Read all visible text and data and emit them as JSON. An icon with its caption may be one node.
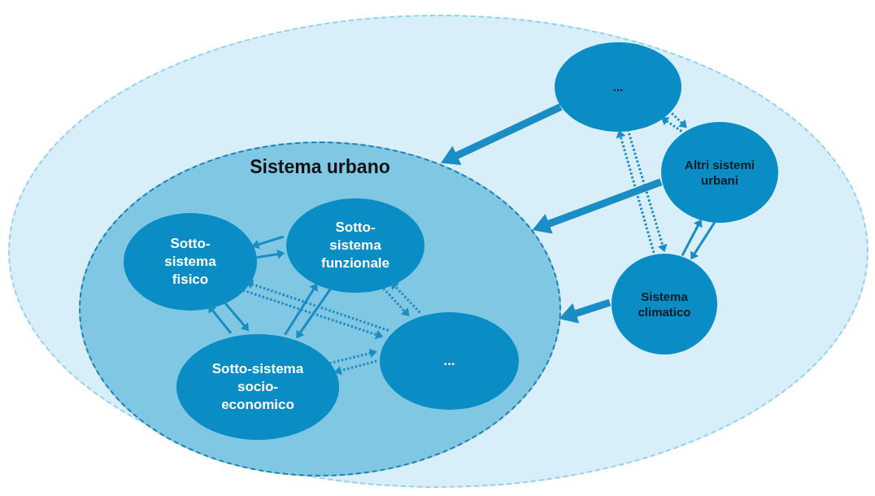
{
  "diagram": {
    "nodes": [
      {
        "text": [],
        "shape": "ellipse"
      },
      {
        "text": [
          "Sistema urbano"
        ],
        "in": 0
      },
      {
        "text": [
          "Sotto- sistema fisico"
        ],
        "in": 1
      },
      {
        "text": [
          "Sotto- sistema funzionale"
        ],
        "in": 1
      },
      {
        "text": [
          "Sotto-sistema socio- economico"
        ],
        "in": 1
      },
      {
        "text": [
          "..."
        ],
        "in": 1
      },
      {
        "text": [
          "..."
        ],
        "in": 0
      },
      {
        "text": [
          "Altri sistemi urbani"
        ],
        "in": 0
      },
      {
        "text": [
          "Sistema climatico"
        ],
        "in": 0
      }
    ],
    "edges": [
      {
        "from": 3,
        "to": 2,
        "arrow": "to"
      },
      {
        "from": 2,
        "to": 3,
        "arrow": "to"
      },
      {
        "from": 4,
        "to": 2,
        "arrow": "to"
      },
      {
        "from": 2,
        "to": 4,
        "arrow": "to"
      },
      {
        "from": 4,
        "to": 3,
        "arrow": "to"
      },
      {
        "from": 3,
        "to": 4,
        "arrow": "to"
      },
      {
        "from": 5,
        "to": 2,
        "arrow": "to",
        "style": "dashed"
      },
      {
        "from": 2,
        "to": 5,
        "arrow": "to",
        "style": "dashed"
      },
      {
        "from": 3,
        "to": 5,
        "arrow": "to",
        "style": "dashed"
      },
      {
        "from": 5,
        "to": 3,
        "arrow": "to",
        "style": "dashed"
      },
      {
        "from": 4,
        "to": 5,
        "arrow": "to",
        "style": "dashed"
      },
      {
        "from": 5,
        "to": 4,
        "arrow": "to",
        "style": "dashed"
      },
      {
        "from": 6,
        "to": 1,
        "arrow": "to",
        "style": "thick"
      },
      {
        "from": 7,
        "to": 1,
        "arrow": "to",
        "style": "thick"
      },
      {
        "from": 8,
        "to": 1,
        "arrow": "to",
        "style": "thick"
      },
      {
        "from": 6,
        "to": 7,
        "arrow": "to",
        "style": "dashed"
      },
      {
        "from": 7,
        "to": 6,
        "arrow": "to",
        "style": "dashed"
      },
      {
        "from": 6,
        "to": 8,
        "arrow": "to",
        "style": "dashed"
      },
      {
        "from": 8,
        "to": 6,
        "arrow": "to",
        "style": "dashed"
      },
      {
        "from": 8,
        "to": 7,
        "arrow": "to"
      },
      {
        "from": 7,
        "to": 8,
        "arrow": "to"
      }
    ]
  }
}
